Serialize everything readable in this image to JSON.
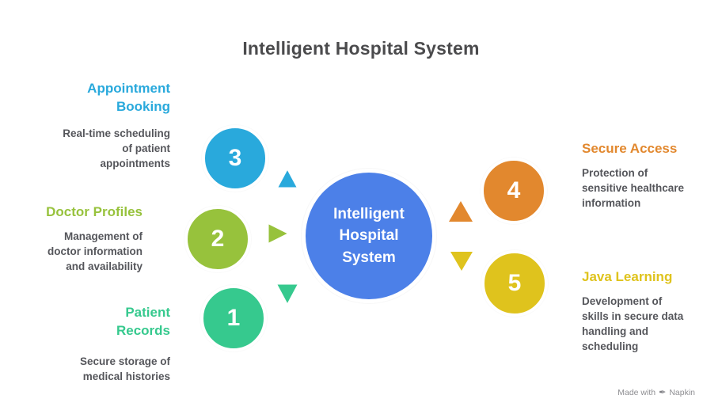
{
  "title": "Intelligent Hospital System",
  "center": {
    "label": "Intelligent\nHospital\nSystem",
    "color": "#4c80e8"
  },
  "nodes": [
    {
      "number": "1",
      "label": "Patient\nRecords",
      "description": "Secure storage of\nmedical histories",
      "color": "#36c98e"
    },
    {
      "number": "2",
      "label": "Doctor Profiles",
      "description": "Management of\ndoctor information\nand availability",
      "color": "#97c23c"
    },
    {
      "number": "3",
      "label": "Appointment\nBooking",
      "description": "Real-time scheduling\nof patient\nappointments",
      "color": "#29a9dc"
    },
    {
      "number": "4",
      "label": "Secure Access",
      "description": "Protection of\nsensitive healthcare\ninformation",
      "color": "#e2882e"
    },
    {
      "number": "5",
      "label": "Java Learning",
      "description": "Development of\nskills in secure data\nhandling and\nscheduling",
      "color": "#dfc31d"
    }
  ],
  "footer": {
    "prefix": "Made with",
    "brand": "Napkin",
    "icon": "✒"
  }
}
